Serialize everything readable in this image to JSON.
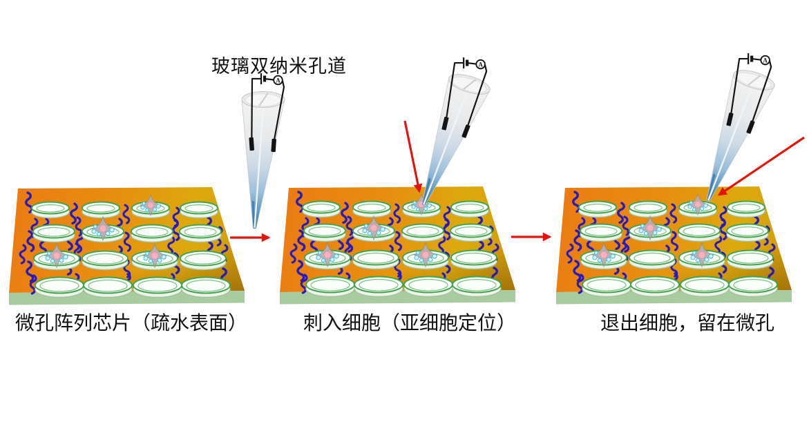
{
  "figure": {
    "top_label": "玻璃双纳米孔道",
    "ammeter_label": "A",
    "panels": [
      {
        "id": 1,
        "caption": "微孔阵列芯片（疏水表面）"
      },
      {
        "id": 2,
        "caption": "刺入细胞（亚细胞定位）"
      },
      {
        "id": 3,
        "caption": "退出细胞，留在微孔"
      }
    ],
    "colors": {
      "chip_orange": "#EB7A12",
      "chip_gold": "#DCA90D",
      "chip_edge_dark": "#7A4E06",
      "base_green": "#A8CBA0",
      "well_rim_green": "#41A54D",
      "well_rim_green_light": "#7CC284",
      "molecule_blue": "#2B1BB2",
      "cell_gray": "#B5B1B1",
      "nucleus_pink": "#F3B3BE",
      "droplet_cyan": "#49BEE0",
      "pipette_glass_blue": "#2F74AC",
      "wire_black": "#141414",
      "arrow_red": "#E0150E",
      "label_text": "#111111"
    }
  }
}
